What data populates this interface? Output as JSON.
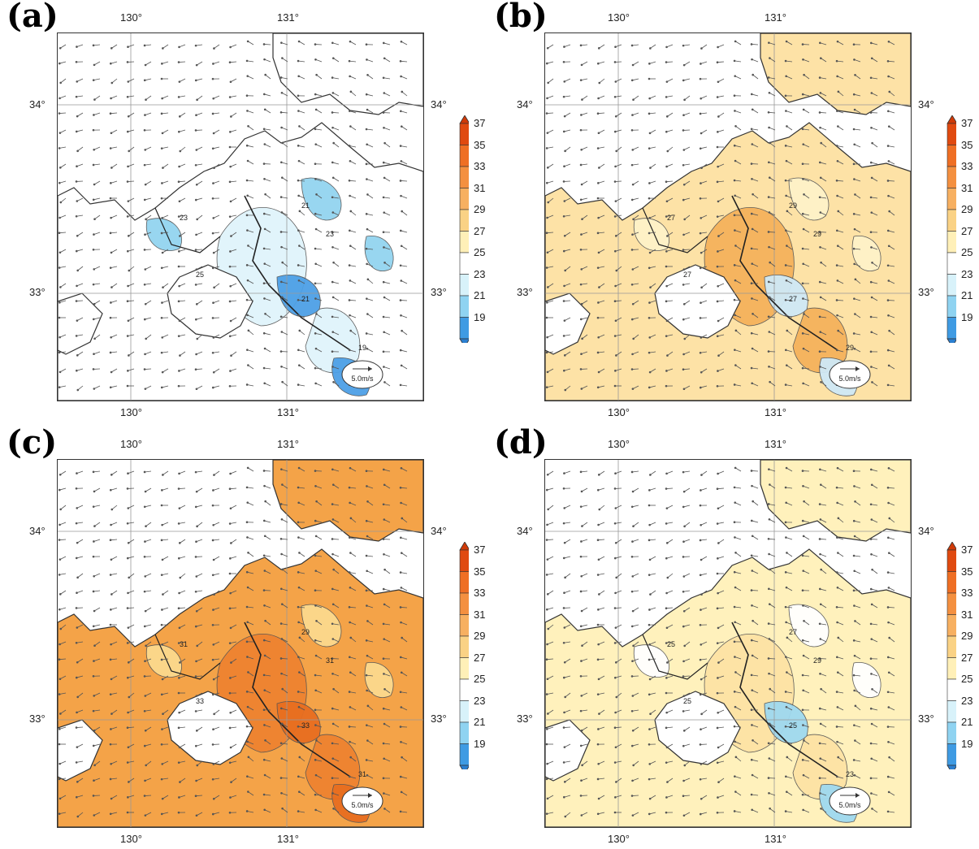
{
  "panels": [
    {
      "id": "a",
      "label": "(a)",
      "ref_vector": "5.0m/s",
      "field": "cool",
      "contour_labels": [
        "23",
        "21",
        "25",
        "23",
        "21",
        "19"
      ]
    },
    {
      "id": "b",
      "label": "(b)",
      "ref_vector": "5.0m/s",
      "field": "warm",
      "contour_labels": [
        "27",
        "29",
        "27",
        "29",
        "27",
        "29"
      ]
    },
    {
      "id": "c",
      "label": "(c)",
      "ref_vector": "5.0m/s",
      "field": "hot",
      "contour_labels": [
        "31",
        "29",
        "33",
        "31",
        "33",
        "31"
      ]
    },
    {
      "id": "d",
      "label": "(d)",
      "ref_vector": "5.0m/s",
      "field": "mild",
      "contour_labels": [
        "25",
        "27",
        "25",
        "29",
        "25",
        "23"
      ]
    }
  ],
  "axes": {
    "lon_ticks": [
      "130°",
      "131°"
    ],
    "lat_ticks": [
      "34°",
      "33°"
    ]
  },
  "colorbar": {
    "ticks": [
      "37",
      "35",
      "33",
      "31",
      "29",
      "27",
      "25",
      "23",
      "21",
      "19"
    ],
    "colors": [
      "#e04a10",
      "#ef6f24",
      "#f49040",
      "#f7b061",
      "#fad285",
      "#fff0b8",
      "#ffffff",
      "#d8f2fa",
      "#8fd3f1",
      "#3f9be3"
    ],
    "arrow_top": "#d03a08",
    "arrow_bottom": "#2b7fd0"
  },
  "field_colors": {
    "cool": {
      "base": "#ffffff",
      "c1": "#e0f4fb",
      "c2": "#93d4f0",
      "c3": "#4da0e6",
      "land": "#ffffff"
    },
    "warm": {
      "base": "#fde2a6",
      "c1": "#f5b25c",
      "c2": "#fff2c8",
      "c3": "#cfe9f7",
      "land": "#fde2a6"
    },
    "hot": {
      "base": "#f4a348",
      "c1": "#ee8330",
      "c2": "#fcd98d",
      "c3": "#e86e20",
      "land": "#f4a348"
    },
    "mild": {
      "base": "#fff1bc",
      "c1": "#fde3a4",
      "c2": "#ffffff",
      "c3": "#9fd9f0",
      "land": "#fff1bc"
    }
  }
}
